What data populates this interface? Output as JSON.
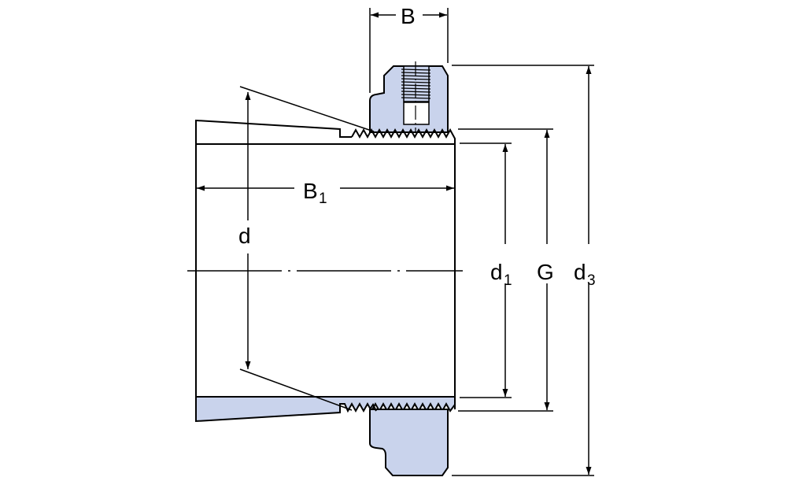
{
  "diagram": {
    "title": "Adapter sleeve with lock nut - dimension drawing",
    "fill_color": "#c9d3ec",
    "line_color": "#000000",
    "labels": {
      "B": {
        "main": "B",
        "sub": ""
      },
      "B1": {
        "main": "B",
        "sub": "1"
      },
      "d": {
        "main": "d",
        "sub": ""
      },
      "d1": {
        "main": "d",
        "sub": "1"
      },
      "G": {
        "main": "G",
        "sub": ""
      },
      "d3": {
        "main": "d",
        "sub": "3"
      }
    }
  }
}
